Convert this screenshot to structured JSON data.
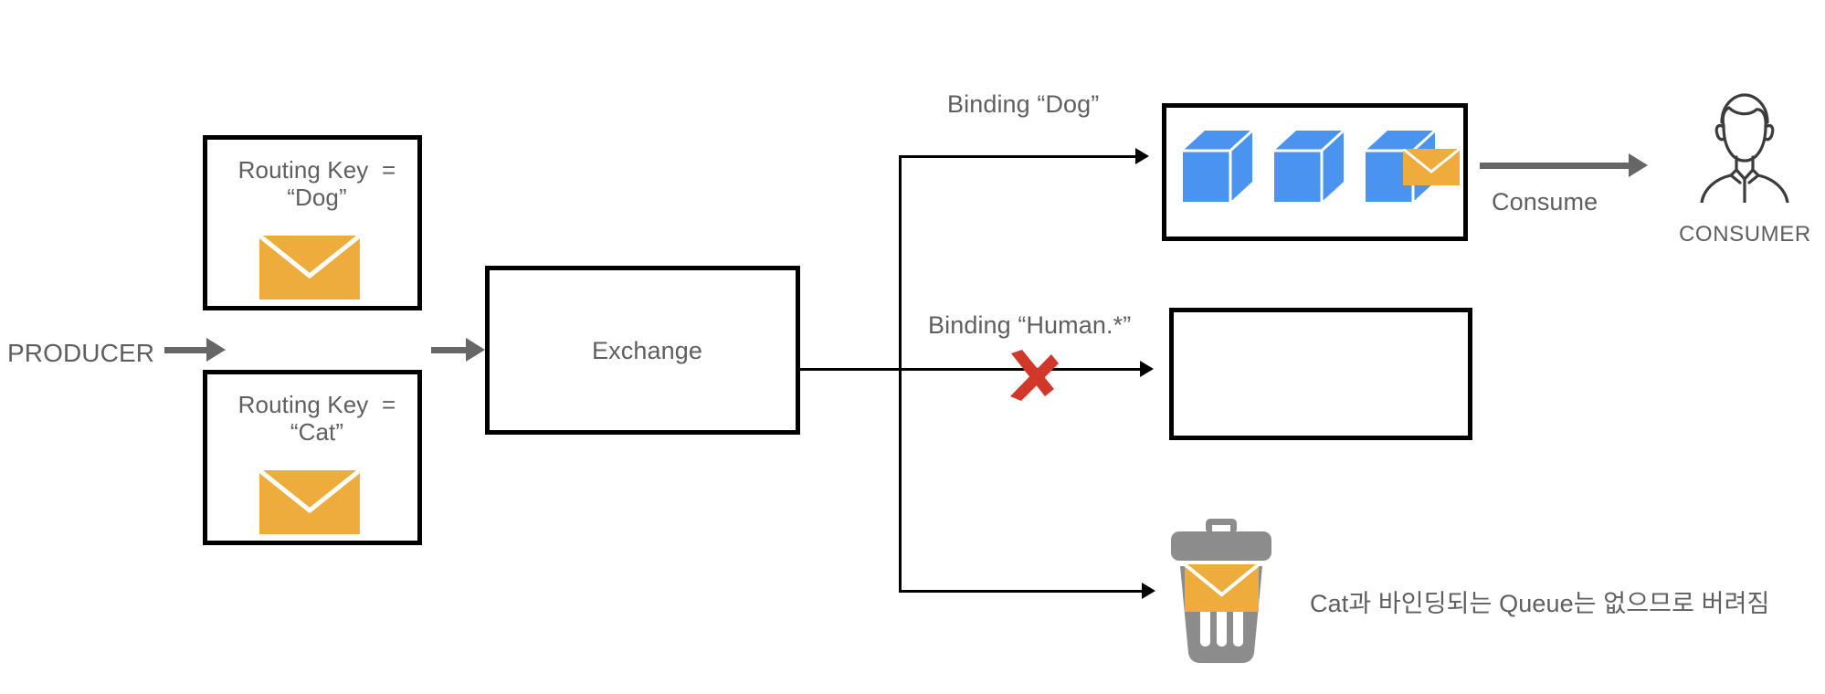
{
  "diagram": {
    "title": "RabbitMQ direct exchange routing diagram",
    "colors": {
      "envelope": "#eeac3c",
      "cube": "#4a94f0",
      "x_mark": "#d1382a",
      "trash": "#8c8c8c",
      "arrow_grey": "#666666",
      "text": "#5f5f5f",
      "stroke": "#000000"
    }
  },
  "producer": {
    "label": "PRODUCER"
  },
  "messages": [
    {
      "id": "dog",
      "line1": "Routing Key  =",
      "line2": "“Dog”",
      "icon": "envelope-icon"
    },
    {
      "id": "cat",
      "line1": "Routing Key  =",
      "line2": "“Cat”",
      "icon": "envelope-icon"
    }
  ],
  "exchange": {
    "label": "Exchange"
  },
  "bindings": [
    {
      "id": "dog",
      "label": "Binding “Dog”",
      "blocked": false
    },
    {
      "id": "human",
      "label": "Binding “Human.*”",
      "blocked": true,
      "block_marker": "x-mark-icon"
    }
  ],
  "queues": [
    {
      "id": "dog-queue",
      "items": [
        "cube-icon",
        "cube-icon",
        "cube-icon"
      ],
      "pending_message": "envelope-icon"
    },
    {
      "id": "human-queue",
      "items": [],
      "pending_message": null
    }
  ],
  "consume": {
    "label": "Consume",
    "consumer_caption": "CONSUMER",
    "consumer_icon": "person-icon"
  },
  "discard": {
    "icon": "trash-icon",
    "discarded_message": "envelope-icon",
    "note": "Cat과 바인딩되는 Queue는 없으므로 버려짐"
  }
}
